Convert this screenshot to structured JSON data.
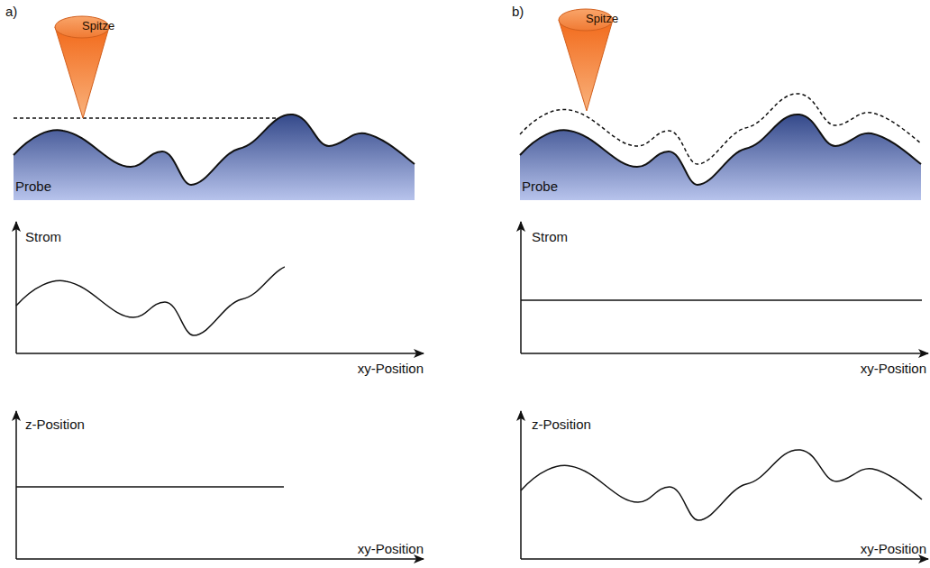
{
  "diagram": {
    "nodes": [
      {
        "text": [
          "Spitze"
        ]
      },
      {
        "text": [
          "Probe"
        ]
      },
      {
        "text": [
          "Spitze"
        ]
      },
      {
        "text": [
          "Probe"
        ]
      }
    ],
    "labels": [
      "a)",
      "Strom",
      "xy-Position",
      "z-Position",
      "xy-Position",
      "b)",
      "Strom",
      "xy-Position",
      "z-Position",
      "xy-Position"
    ]
  }
}
